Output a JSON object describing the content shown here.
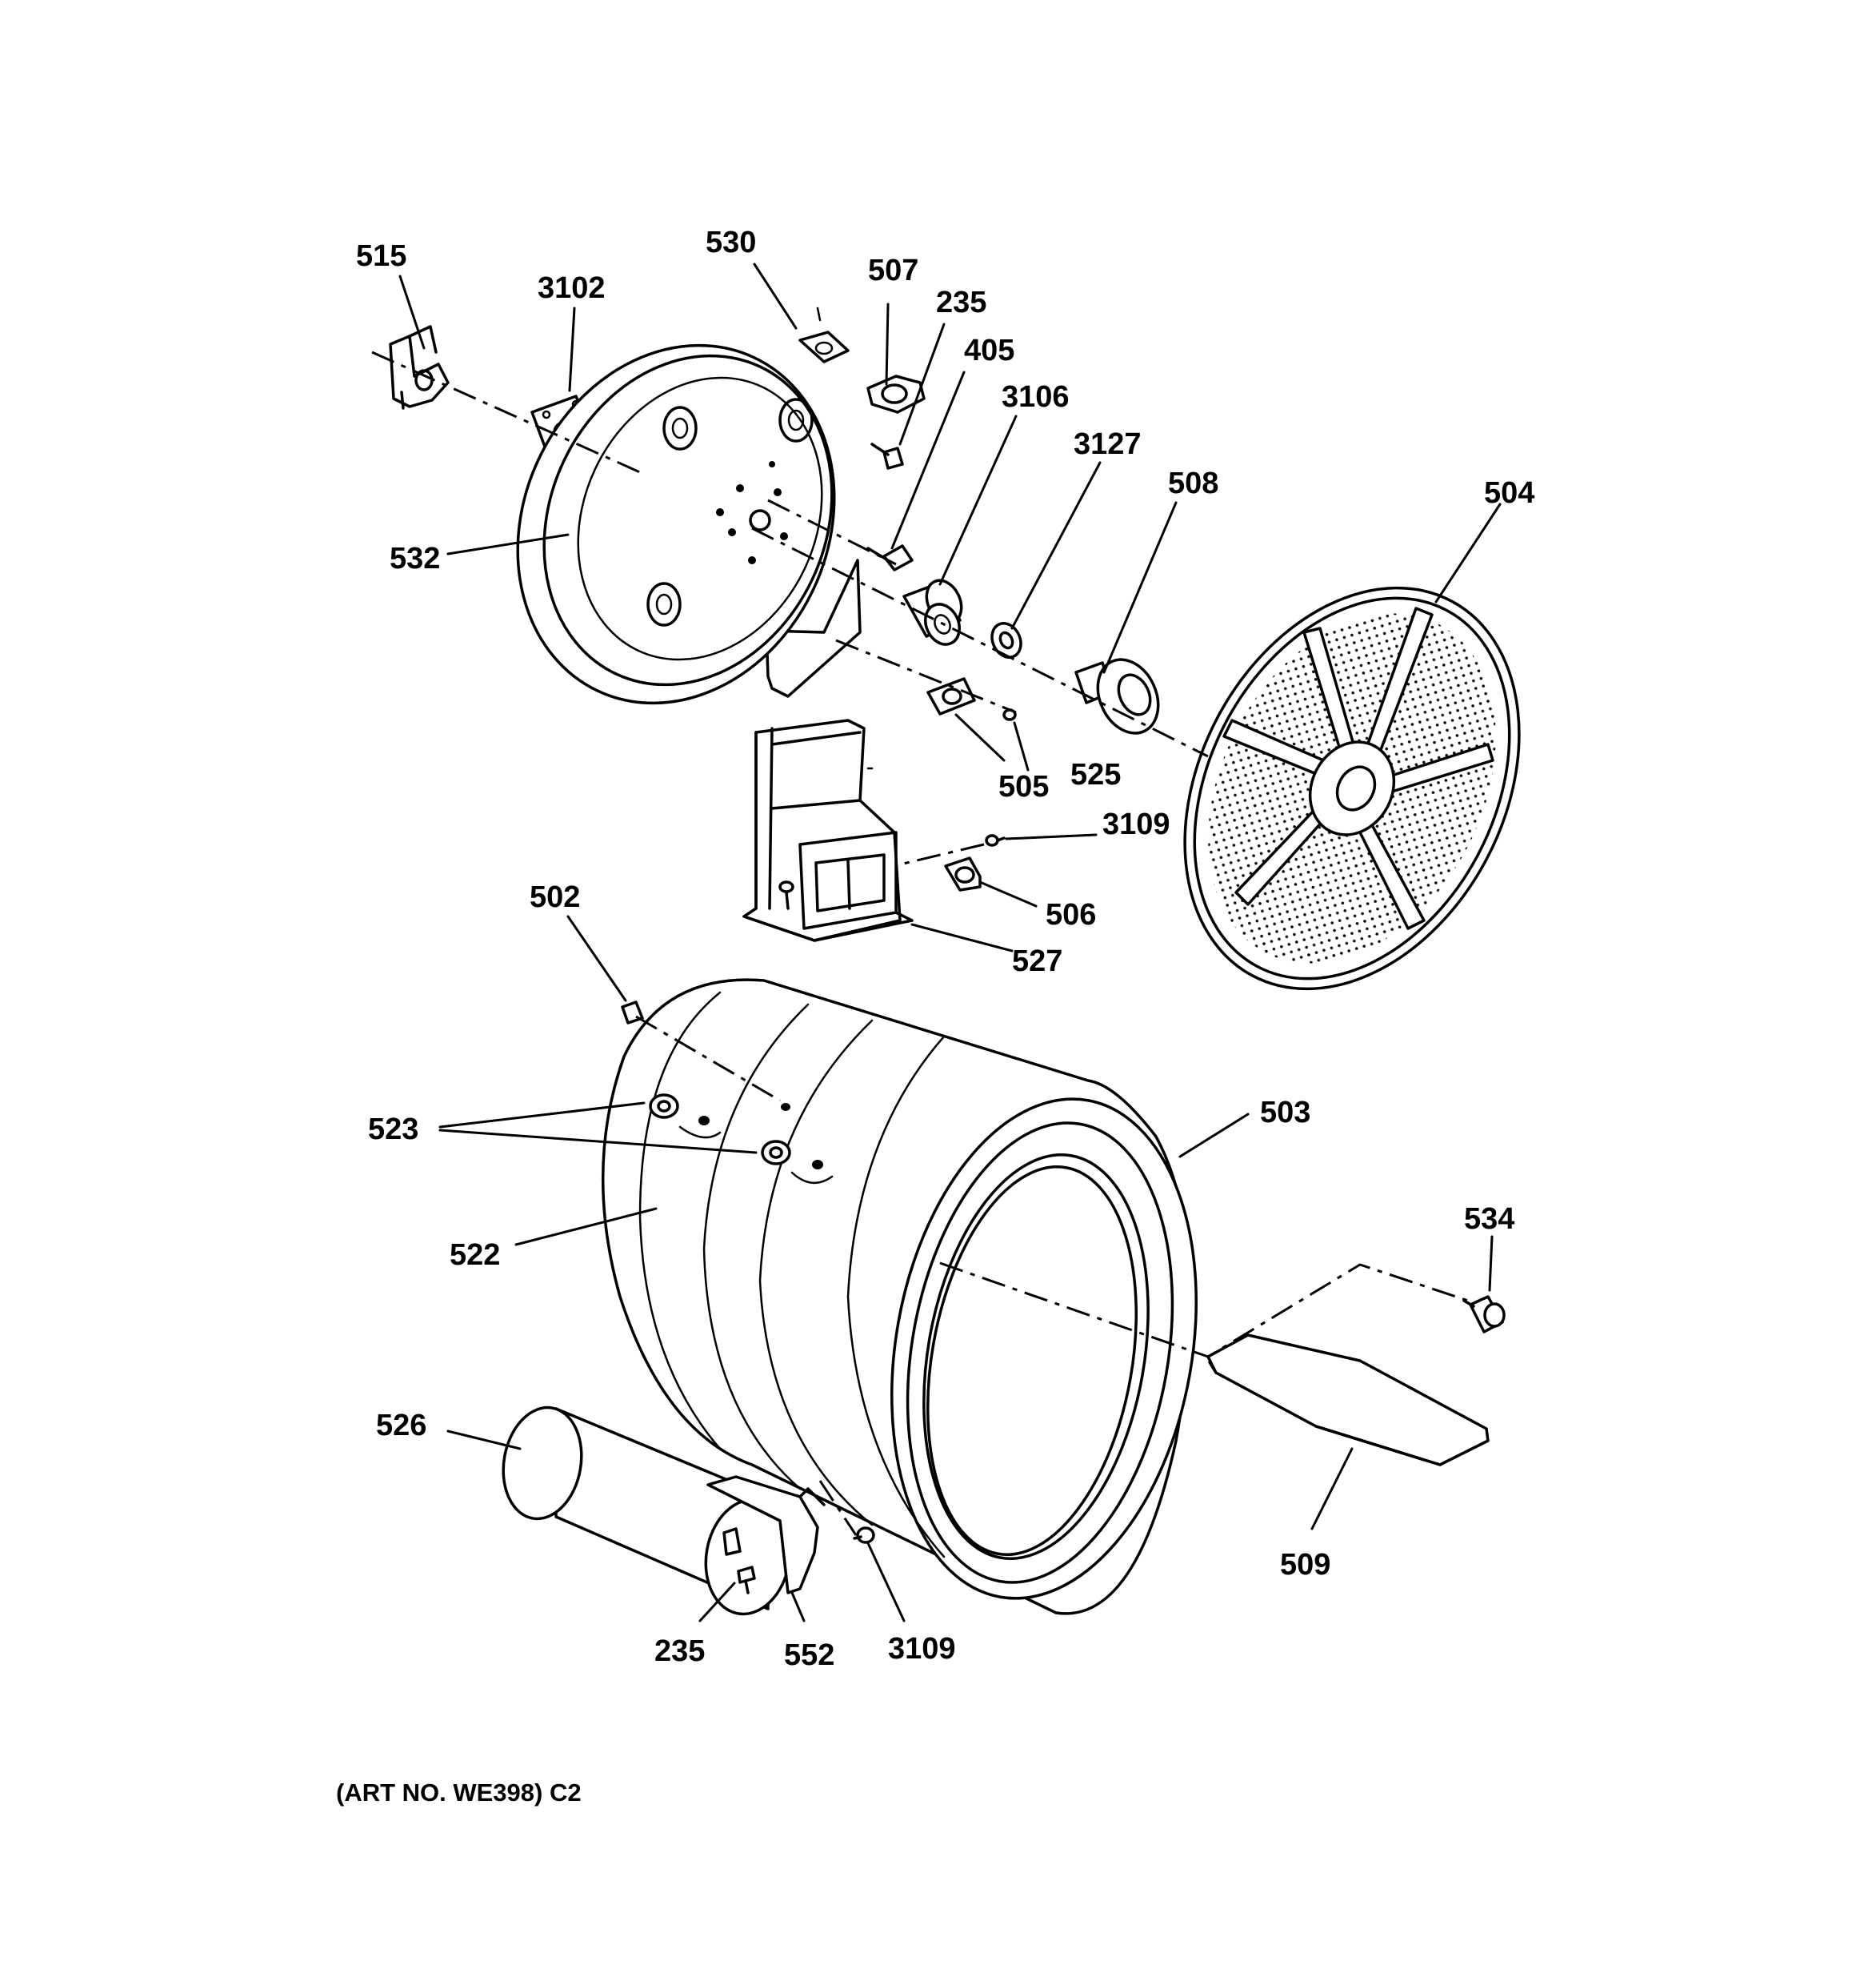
{
  "callouts": [
    "515",
    "3102",
    "530",
    "507",
    "235",
    "405",
    "3106",
    "3127",
    "508",
    "504",
    "532",
    "525",
    "505",
    "3109",
    "506",
    "527",
    "502",
    "503",
    "523",
    "522",
    "534",
    "526",
    "509",
    "235",
    "552",
    "3109"
  ],
  "caption": "(ART NO. WE398) C2"
}
